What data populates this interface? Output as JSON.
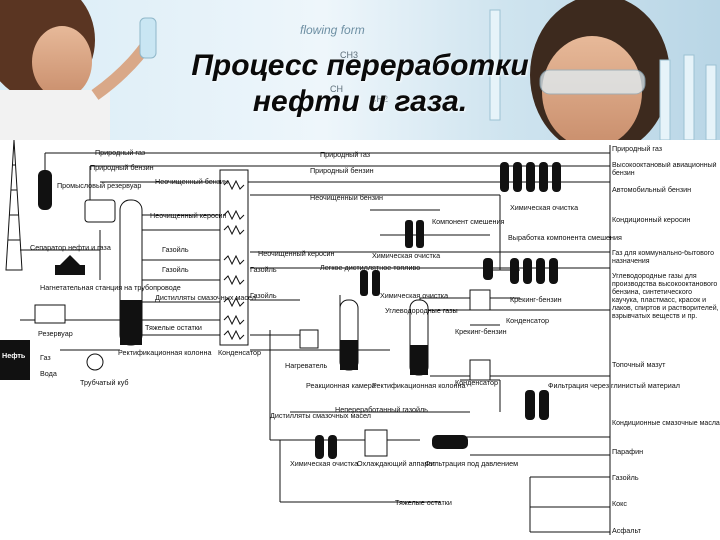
{
  "title": {
    "line1": "Процесс переработки",
    "line2": "нефти и газа."
  },
  "banner": {
    "text1": "flowing form",
    "ch3": "CH3",
    "ch": "CH",
    "ch2": "CH2"
  },
  "left": {
    "prirodny_gaz": "Природный газ",
    "prirodny_benzin": "Природный бензин",
    "promyslovy_rezervuar": "Промысловый резервуар",
    "separator": "Сепаратор нефти и газа",
    "nagnetatelnaya": "Нагнетательная станция на трубопроводе",
    "rezervuar": "Резервуар",
    "neft": "Нефть",
    "gaz": "Газ",
    "voda": "Вода",
    "trubchaty_kub": "Трубчатый куб"
  },
  "rectification": {
    "neochishchenny_benzin": "Неочищенный бензин",
    "neochishchenny_kerosin": "Неочищенный керосин",
    "gazoil": "Газойль",
    "gazoil2": "Газойль",
    "distillaty": "Дистилляты смазочных масел",
    "tyazhelye_ostatki": "Тяжелые остатки",
    "kolonna": "Ректификационная колонна",
    "kondensator": "Конденсатор"
  },
  "middle": {
    "prirodny_gaz": "Природный газ",
    "prirodny_benzin": "Природный бензин",
    "neochishchenny_benzin": "Неочищенный бензин",
    "komponent_smesheniya": "Компонент смешения",
    "khim_ochistka": "Химическая очистка",
    "neochishchenny_kerosin": "Неочищенный керосин",
    "khim_ochistka2": "Химическая очистка",
    "legkoe_toplivo": "Легкое дистиллятное топливо",
    "vyrabotka": "Выработка компонента смешения",
    "gazoil": "Газойль",
    "khim_ochistka3": "Химическая очистка",
    "kreking_benzin": "Крекинг-бензин",
    "gazoil2": "Газойль",
    "uglevodorodnye": "Углеводородные газы",
    "kondensator": "Конденсатор",
    "kreking_benzin2": "Крекинг-бензин",
    "nagrevatel": "Нагреватель",
    "reaktsionnaya": "Реакционная камера",
    "rektifikatsionnaya": "Ректификационная колонна",
    "kondensator2": "Конденсатор",
    "nepererabotanny": "Непереработанный газойль",
    "distillaty": "Дистилляты смазочных масел",
    "filtratsiya": "Фильтрация через глинистый материал",
    "khim_ochistka4": "Химическая очистка",
    "okhlazhdayushchy": "Охлаждающий аппарат",
    "filtratsiya_davleniem": "Фильтрация под давлением",
    "tyazhelye_ostatki": "Тяжелые остатки"
  },
  "products": [
    "Природный газ",
    "Высокооктановый авиационный бензин",
    "Автомобильный бензин",
    "Кондиционный керосин",
    "Газ для коммунально-бытового назначения",
    "Углеводородные газы для производства высокооктанового бензина, синтетического каучука, пластмасс, красок и лаков, спиртов и растворителей, взрывчатых веществ и пр.",
    "Топочный мазут",
    "Кондиционные смазочные масла",
    "Парафин",
    "Газойль",
    "Кокс",
    "Асфальт"
  ]
}
